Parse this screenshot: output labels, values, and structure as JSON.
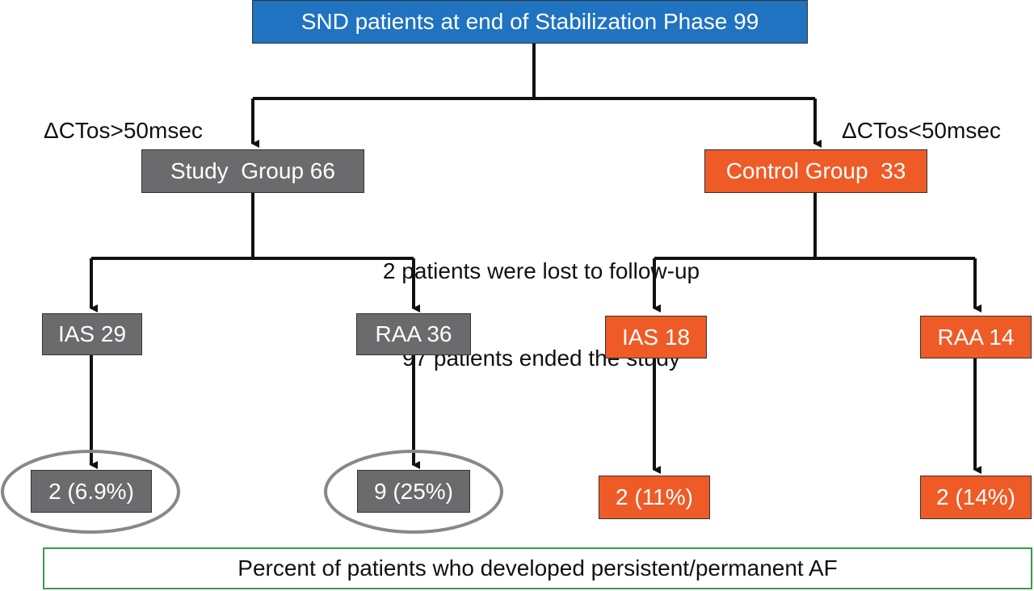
{
  "colors": {
    "root": "#1f73c0",
    "study": "#6b6b6d",
    "control": "#ee5b27",
    "lines": "#111111",
    "ellipse": "#888888",
    "footer_border": "#3a9a4a"
  },
  "root": {
    "label": "SND patients at end of Stabilization Phase 99"
  },
  "study_branch": {
    "criterion": "ΔCTos>50msec",
    "group": "Study  Group 66",
    "ias": "IAS 29",
    "raa": "RAA 36",
    "ias_result": "2 (6.9%)",
    "raa_result": "9 (25%)"
  },
  "control_branch": {
    "criterion": "ΔCTos<50msec",
    "group": "Control Group  33",
    "ias": "IAS 18",
    "raa": "RAA 14",
    "ias_result": "2 (11%)",
    "raa_result": "2 (14%)"
  },
  "notes": {
    "line1": "2 patients were lost to follow-up",
    "line2": "97 patients ended the study"
  },
  "footer": {
    "label": "Percent of patients who developed persistent/permanent AF"
  }
}
